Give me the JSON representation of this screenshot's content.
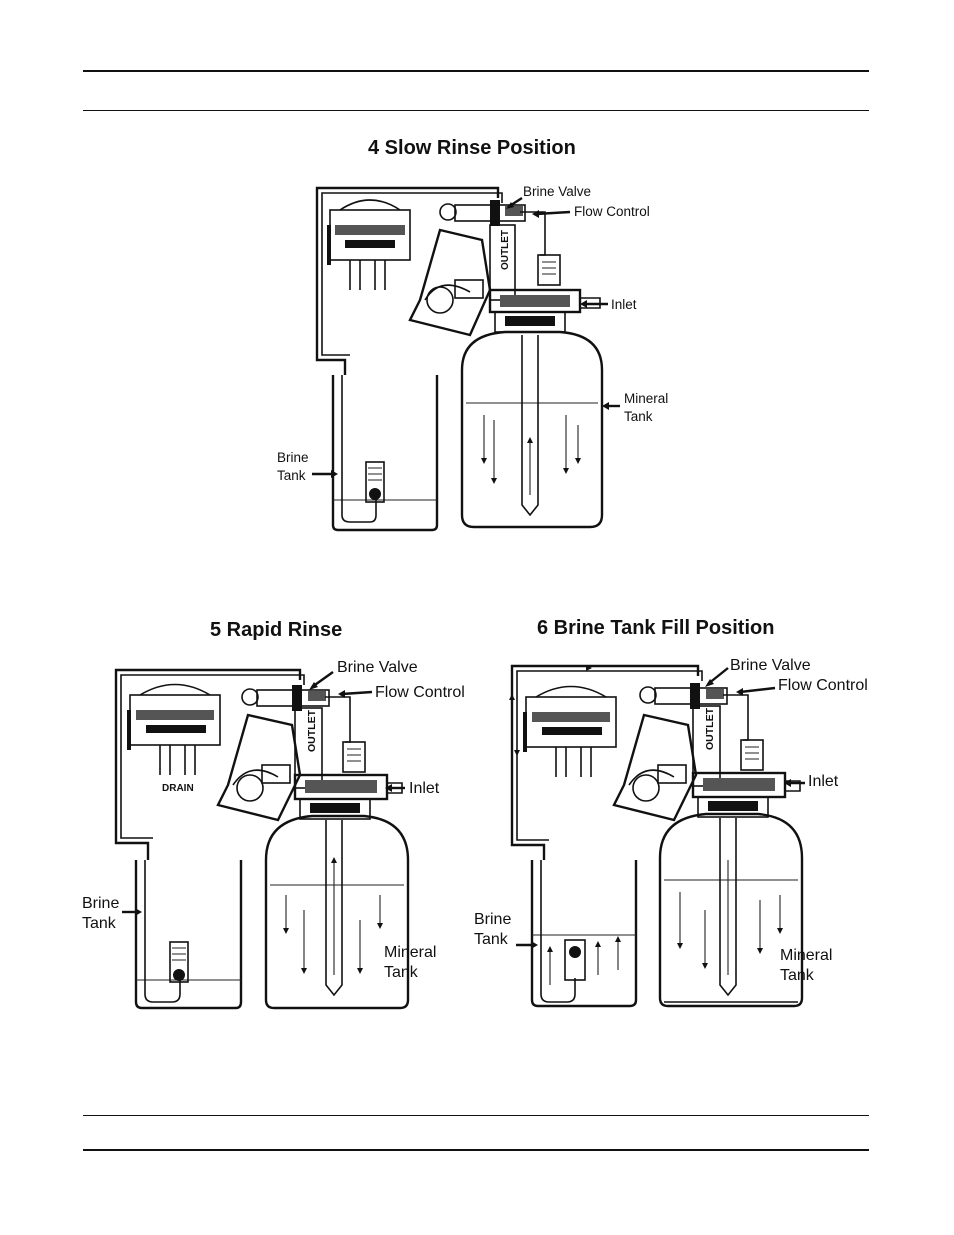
{
  "page": {
    "diagrams": [
      {
        "title": "4 Slow Rinse Position",
        "labels": {
          "brine_valve": "Brine Valve",
          "flow_control": "Flow Control",
          "outlet": "OUTLET",
          "inlet": "Inlet",
          "mineral_tank": [
            "Mineral",
            "Tank"
          ],
          "brine_tank": [
            "Brine",
            "Tank"
          ]
        }
      },
      {
        "title": "5 Rapid Rinse",
        "labels": {
          "brine_valve": "Brine Valve",
          "flow_control": "Flow Control",
          "outlet": "OUTLET",
          "inlet": "Inlet",
          "drain": "DRAIN",
          "mineral_tank": [
            "Mineral",
            "Tank"
          ],
          "brine_tank": [
            "Brine",
            "Tank"
          ]
        }
      },
      {
        "title": "6 Brine Tank Fill Position",
        "labels": {
          "brine_valve": "Brine Valve",
          "flow_control": "Flow Control",
          "outlet": "OUTLET",
          "inlet": "Inlet",
          "mineral_tank": [
            "Mineral",
            "Tank"
          ],
          "brine_tank": [
            "Brine",
            "Tank"
          ]
        }
      }
    ]
  }
}
